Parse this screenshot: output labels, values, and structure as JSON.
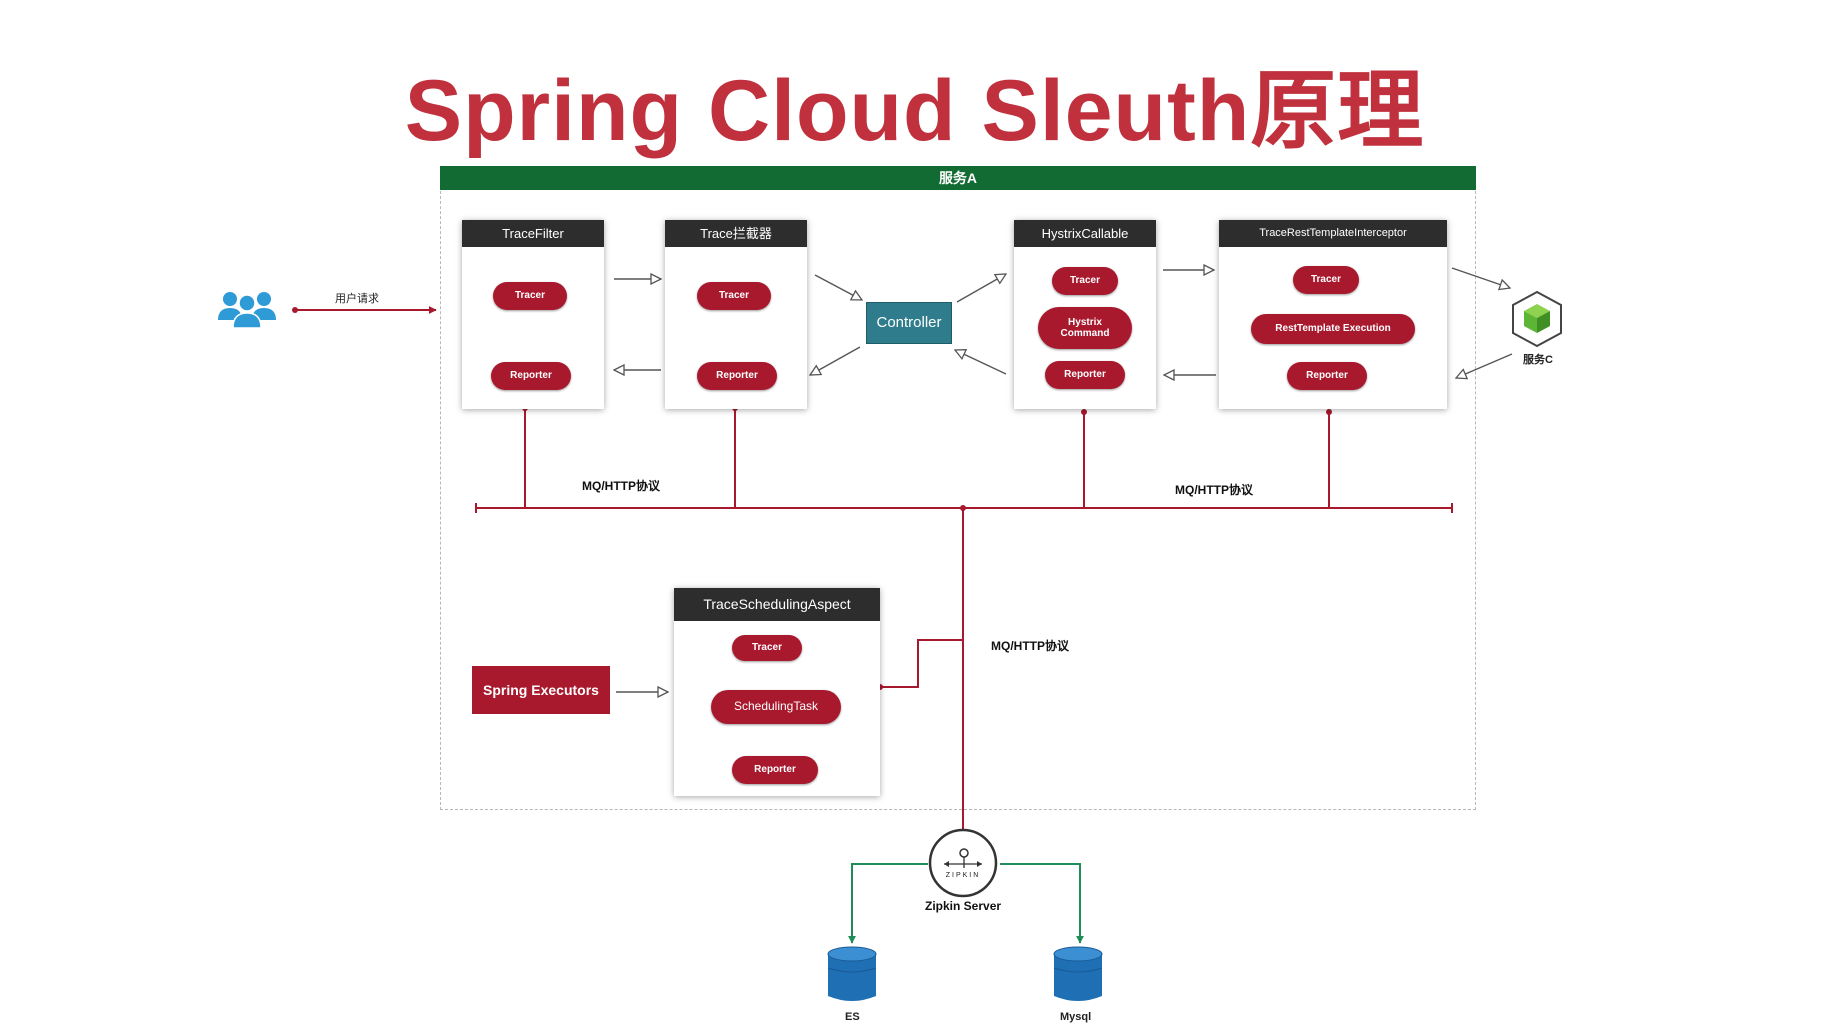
{
  "title": "Spring Cloud Sleuth原理",
  "service_a": {
    "label": "服务A"
  },
  "user": {
    "icon": "users-icon",
    "request_label": "用户请求"
  },
  "trace_filter": {
    "header": "TraceFilter",
    "tracer": "Tracer",
    "reporter": "Reporter"
  },
  "trace_interceptor": {
    "header": "Trace拦截器",
    "tracer": "Tracer",
    "reporter": "Reporter"
  },
  "controller": {
    "label": "Controller"
  },
  "hystrix": {
    "header": "HystrixCallable",
    "tracer": "Tracer",
    "command": "Hystrix Command",
    "reporter": "Reporter"
  },
  "rest_template": {
    "header": "TraceRestTemplateInterceptor",
    "tracer": "Tracer",
    "execution": "RestTemplate  Execution",
    "reporter": "Reporter"
  },
  "service_c": {
    "label": "服务C",
    "icon": "cube-icon"
  },
  "bus_labels": {
    "left": "MQ/HTTP协议",
    "right": "MQ/HTTP协议",
    "vertical": "MQ/HTTP协议"
  },
  "scheduling": {
    "header": "TraceSchedulingAspect",
    "tracer": "Tracer",
    "task": "SchedulingTask",
    "reporter": "Reporter"
  },
  "executors": {
    "label": "Spring Executors"
  },
  "zipkin": {
    "label": "Zipkin Server",
    "icon_text": "ZIPKIN",
    "icon": "zipkin-icon"
  },
  "storage": {
    "es": "ES",
    "mysql": "Mysql",
    "icon": "database-icon"
  },
  "colors": {
    "title": "#c0313d",
    "service_bar": "#126b32",
    "pill": "#a8192e",
    "controller": "#2f7d8c",
    "link_red": "#a8192e",
    "link_green": "#1f8c5a",
    "db_blue": "#1f6fb5",
    "users_blue": "#2e9ad6",
    "cube_green": "#5cb535"
  }
}
